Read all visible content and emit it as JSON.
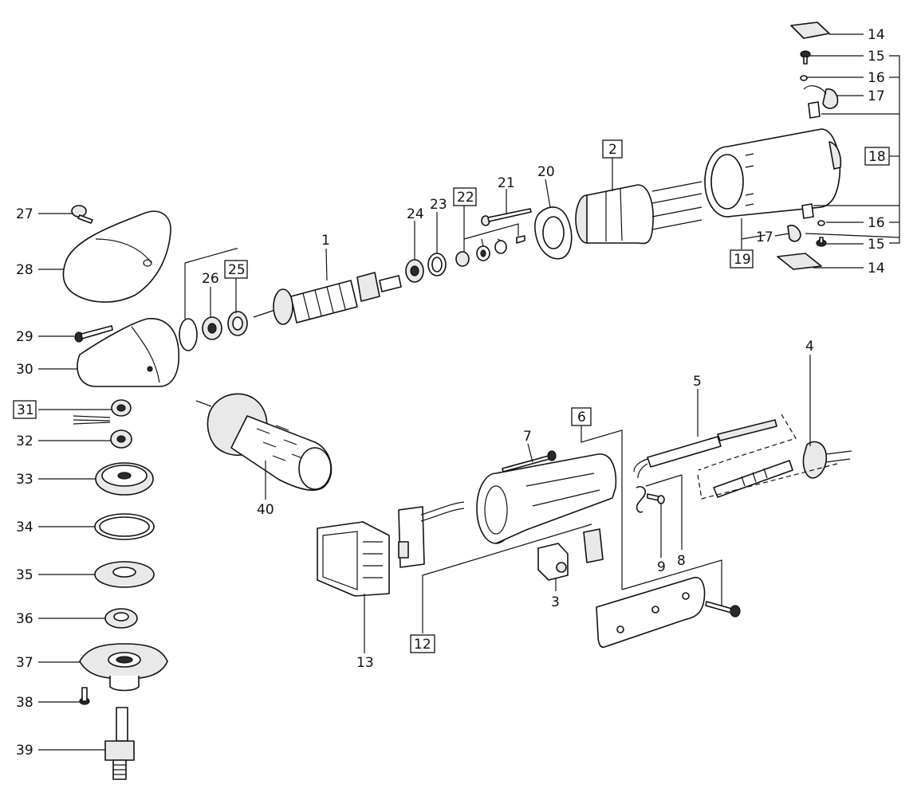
{
  "callouts": {
    "c1": "1",
    "c2": "2",
    "c3": "3",
    "c4": "4",
    "c5": "5",
    "c6": "6",
    "c7": "7",
    "c8": "8",
    "c9": "9",
    "c12": "12",
    "c13": "13",
    "c14a": "14",
    "c14b": "14",
    "c15a": "15",
    "c15b": "15",
    "c16a": "16",
    "c16b": "16",
    "c17a": "17",
    "c17b": "17",
    "c18": "18",
    "c19": "19",
    "c20": "20",
    "c21": "21",
    "c22": "22",
    "c23": "23",
    "c24": "24",
    "c25": "25",
    "c26": "26",
    "c27": "27",
    "c28": "28",
    "c29": "29",
    "c30": "30",
    "c31": "31",
    "c32": "32",
    "c33": "33",
    "c34": "34",
    "c35": "35",
    "c36": "36",
    "c37": "37",
    "c38": "38",
    "c39": "39",
    "c40": "40"
  }
}
